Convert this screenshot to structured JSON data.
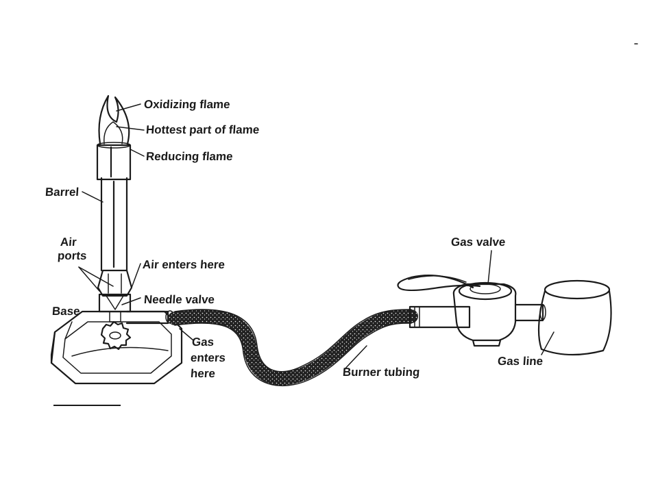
{
  "labels": {
    "oxidizing_flame": "Oxidizing flame",
    "hottest_part": "Hottest part of flame",
    "reducing_flame": "Reducing flame",
    "barrel": "Barrel",
    "air_ports_line1": "Air",
    "air_ports_line2": "ports",
    "air_enters": "Air enters here",
    "needle_valve": "Needle valve",
    "base": "Base",
    "gas_enters_line1": "Gas",
    "gas_enters_line2": "enters",
    "gas_enters_line3": "here",
    "burner_tubing": "Burner tubing",
    "gas_valve": "Gas valve",
    "gas_line": "Gas line"
  },
  "colors": {
    "ink": "#1a1a1a",
    "paper": "#ffffff"
  }
}
